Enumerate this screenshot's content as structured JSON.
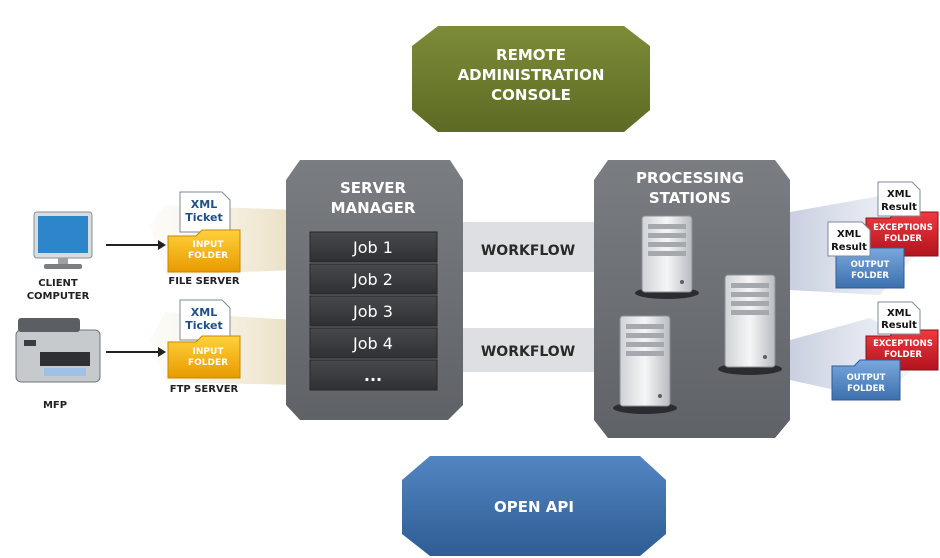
{
  "remote_console": {
    "line1": "REMOTE",
    "line2": "ADMINISTRATION",
    "line3": "CONSOLE"
  },
  "server_manager": {
    "line1": "SERVER",
    "line2": "MANAGER"
  },
  "jobs": [
    "Job 1",
    "Job 2",
    "Job 3",
    "Job 4",
    "..."
  ],
  "workflow": [
    "WORKFLOW",
    "WORKFLOW"
  ],
  "processing": {
    "line1": "PROCESSING",
    "line2": "STATIONS"
  },
  "open_api": "OPEN API",
  "left_devices": {
    "client_line1": "CLIENT",
    "client_line2": "COMPUTER",
    "mfp": "MFP"
  },
  "input_sources": [
    {
      "ticket_line1": "XML",
      "ticket_line2": "Ticket",
      "folder_line1": "INPUT",
      "folder_line2": "FOLDER",
      "label": "FILE SERVER"
    },
    {
      "ticket_line1": "XML",
      "ticket_line2": "Ticket",
      "folder_line1": "INPUT",
      "folder_line2": "FOLDER",
      "label": "FTP SERVER"
    }
  ],
  "result_doc": {
    "line1": "XML",
    "line2": "Result"
  },
  "exceptions_folder": {
    "line1": "EXCEPTIONS",
    "line2": "FOLDER"
  },
  "output_folder": {
    "line1": "OUTPUT",
    "line2": "FOLDER"
  },
  "colors": {
    "console_green": "#6c7a2c",
    "panel_gray": "#6b6e73",
    "job_dark": "#3b3d40",
    "api_blue": "#3e6ea8",
    "band_beige": "#ede6d2",
    "band_gray": "#dcdde0",
    "band_blue": "#d5dae8",
    "folder_yellow": "#f4b400",
    "folder_red": "#d7202c",
    "folder_blue": "#4e86c7"
  }
}
